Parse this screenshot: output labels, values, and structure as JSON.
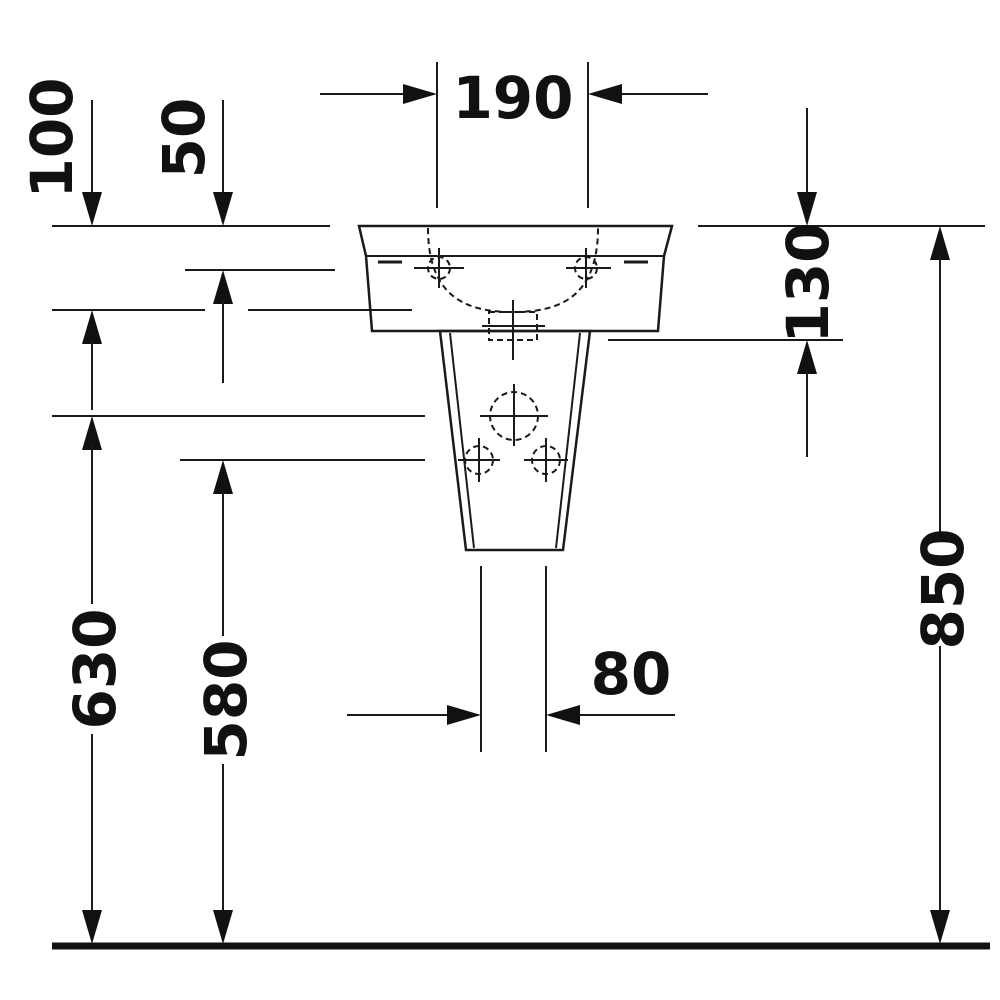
{
  "drawing": {
    "type": "technical-dimension-drawing",
    "units": "mm",
    "dimensions": {
      "basin_width_top": "190",
      "top_offset_left": "100",
      "top_offset_inner": "50",
      "basin_depth": "130",
      "height_to_basin_top": "850",
      "height_left_outer": "630",
      "height_left_inner": "580",
      "pedestal_width": "80"
    },
    "colors": {
      "line": "#1a1a1a",
      "background": "#ffffff"
    }
  }
}
